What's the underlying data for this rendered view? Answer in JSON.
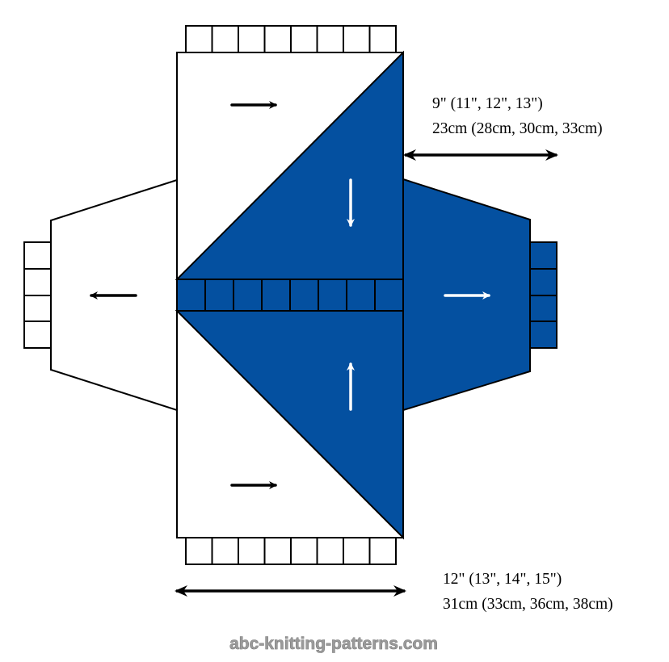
{
  "diagram": {
    "title": "Knitted sweater schematic",
    "colors": {
      "accent": "#0450A0",
      "outline": "#000000",
      "background": "#FFFFFF"
    },
    "width_dimension": {
      "inches": "9\" (11\", 12\", 13\")",
      "cm": "23cm (28cm, 30cm, 33cm)"
    },
    "length_dimension": {
      "inches": "12\" (13\", 14\", 15\")",
      "cm": "31cm (33cm, 36cm, 38cm)"
    },
    "watermark": "abc-knitting-patterns.com"
  }
}
